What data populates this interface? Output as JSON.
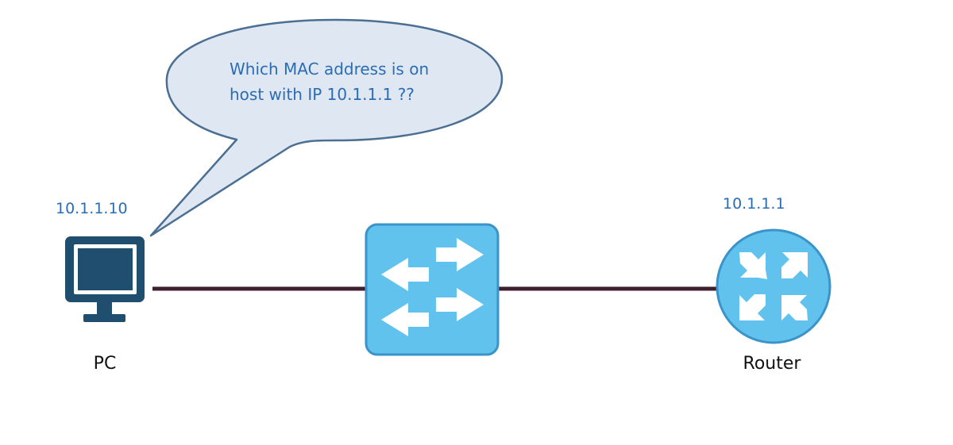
{
  "speech_bubble": {
    "line1": "Which MAC address is on",
    "line2": "host with IP 10.1.1.1 ??"
  },
  "pc": {
    "ip": "10.1.1.10",
    "label": "PC",
    "icon": "monitor-icon"
  },
  "switch": {
    "icon": "switch-icon"
  },
  "router": {
    "ip": "10.1.1.1",
    "label": "Router",
    "icon": "router-icon"
  },
  "colors": {
    "link": "#3f1f2f",
    "pc_dark": "#1f4e6e",
    "device_fill": "#62c2ee",
    "device_border": "#3a93c9",
    "label_blue": "#2a6db5",
    "bubble_fill": "#dfe7f2",
    "bubble_stroke": "#4b6f92"
  }
}
